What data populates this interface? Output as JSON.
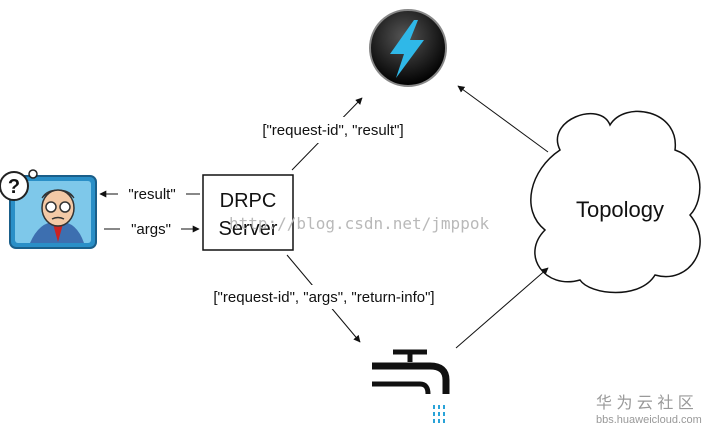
{
  "nodes": {
    "server_line1": "DRPC",
    "server_line2": "Server",
    "topology": "Topology"
  },
  "edges": {
    "server_to_storm": "[\"request-id\", \"result\"]",
    "server_to_spout": "[\"request-id\", \"args\", \"return-info\"]",
    "client_result": "\"result\"",
    "client_args": "\"args\""
  },
  "icons": {
    "storm": "storm-lightning-icon",
    "client": "confused-client-icon",
    "spout": "spout-faucet-icon"
  },
  "watermark": {
    "url": "http://blog.csdn.net/jmppok",
    "brand": "华 为 云 社 区",
    "site": "bbs.huaweicloud.com"
  },
  "colors": {
    "storm_bg": "#1e1e1e",
    "bolt": "#2fb8e8",
    "client_frame": "#2a8fc7"
  }
}
